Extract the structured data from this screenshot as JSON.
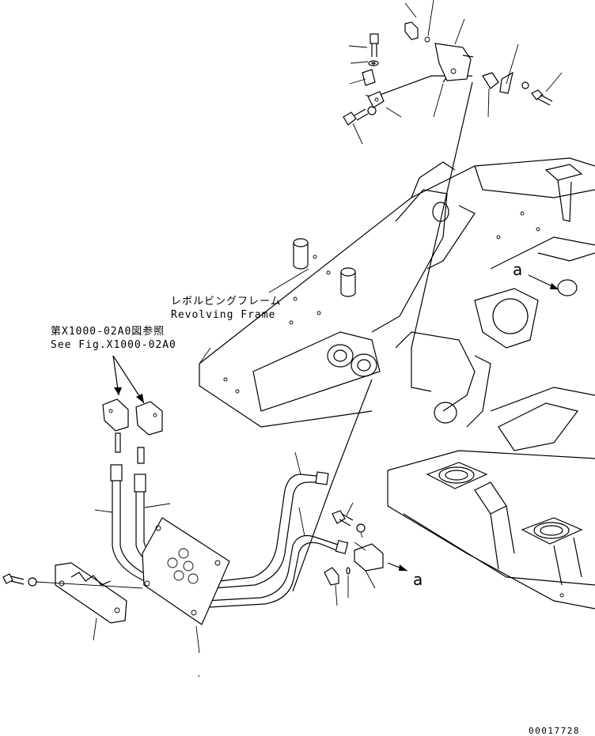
{
  "labels": {
    "revolving_frame_jp": "レボルビングフレーム",
    "revolving_frame_en": "Revolving Frame",
    "see_fig_jp": "第X1000-02A0図参照",
    "see_fig_en": "See Fig.X1000-02A0",
    "view_marker_top": "a",
    "view_marker_bottom": "a",
    "drawing_number": "00017728"
  }
}
